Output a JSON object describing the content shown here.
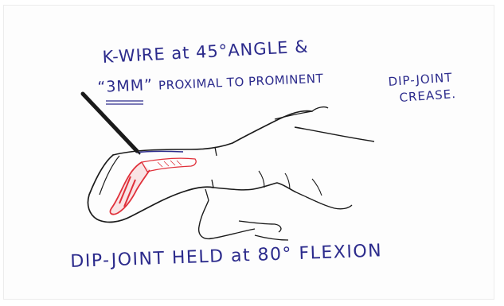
{
  "annotations": {
    "kwire_line": "K-WIRE at 45°ANGLE &",
    "distance_value": "“3MM”",
    "distance_rest": "PROXIMAL TO PROMINENT",
    "crease_line1": "DIP-JOINT",
    "crease_line2": "CREASE.",
    "bottom_caption": "DIP-JOINT HELD at  80° FLEXION"
  },
  "colors": {
    "ink_blue": "#2c2b8c",
    "ink_black": "#1a1a1a",
    "ink_red": "#e0303a"
  }
}
